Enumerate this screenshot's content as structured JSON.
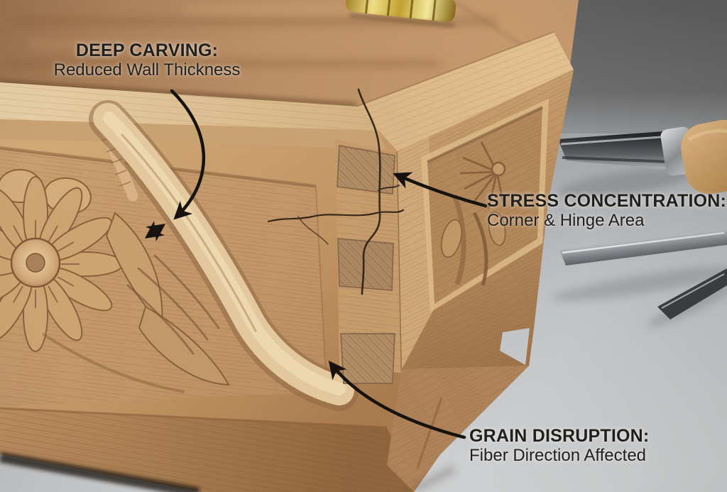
{
  "annotations": {
    "deep_carving": {
      "title": "DEEP CARVING:",
      "subtitle": "Reduced Wall Thickness"
    },
    "stress_concentration": {
      "title": "STRESS CONCENTRATION:",
      "subtitle": "Corner & Hinge Area"
    },
    "grain_disruption": {
      "title": "GRAIN DISRUPTION:",
      "subtitle": "Fiber Direction Affected"
    }
  },
  "colors": {
    "text": "#23201c",
    "arrow": "#16130f",
    "wood_light": "#e2c89e",
    "wood_mid": "#c49a6c",
    "wood_dark": "#8a6542",
    "crack": "#2a1d10",
    "floor_gray": "#c9cbcd",
    "wall_gray": "#676767",
    "brass": "#dcc express"
  }
}
